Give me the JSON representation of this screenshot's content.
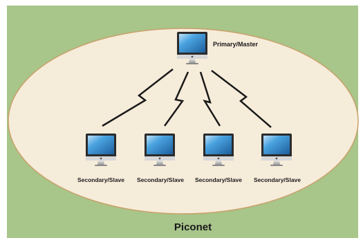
{
  "diagram": {
    "title": "Piconet",
    "master": {
      "label": "Primary/Master",
      "icon": "computer-monitor-icon"
    },
    "slaves": [
      {
        "label": "Secondary/Slave",
        "icon": "computer-monitor-icon"
      },
      {
        "label": "Secondary/Slave",
        "icon": "computer-monitor-icon"
      },
      {
        "label": "Secondary/Slave",
        "icon": "computer-monitor-icon"
      },
      {
        "label": "Secondary/Slave",
        "icon": "computer-monitor-icon"
      }
    ],
    "connections": [
      {
        "from": "master",
        "to": "slave-1",
        "style": "wireless-zigzag"
      },
      {
        "from": "master",
        "to": "slave-2",
        "style": "wireless-zigzag"
      },
      {
        "from": "master",
        "to": "slave-3",
        "style": "wireless-zigzag"
      },
      {
        "from": "master",
        "to": "slave-4",
        "style": "wireless-zigzag"
      }
    ],
    "colors": {
      "background": "#a8c58a",
      "ellipse_fill": "#f6ecda",
      "ellipse_stroke": "#c9a16a",
      "link": "#1a1a1a",
      "screen": "#2f86c8"
    }
  }
}
